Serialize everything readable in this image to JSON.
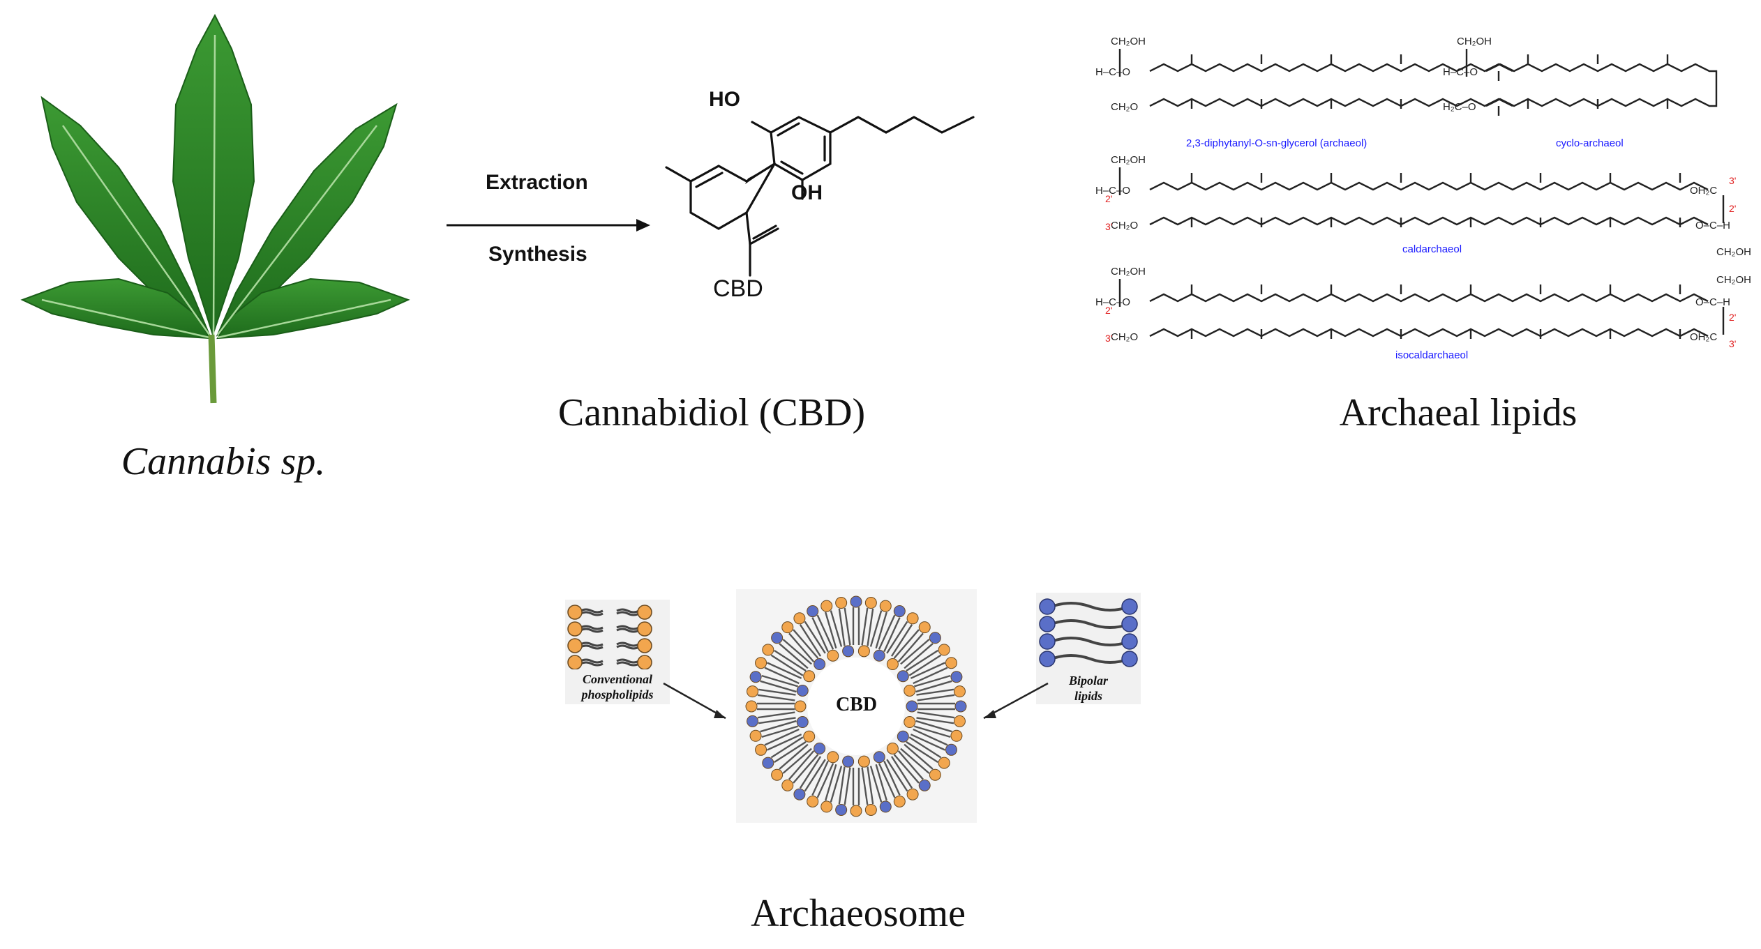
{
  "cannabis": {
    "caption": "Cannabis sp."
  },
  "cbd": {
    "arrow_top": "Extraction",
    "arrow_bottom": "Synthesis",
    "atom_ho": "HO",
    "atom_oh": "OH",
    "molecule_label": "CBD",
    "caption": "Cannabidiol  (CBD)"
  },
  "archaeal": {
    "caption": "Archaeal lipids",
    "struct1_name": "2,3-diphytanyl-O-sn-glycerol (archaeol)",
    "struct2_name": "cyclo-archaeol",
    "struct3_name": "caldarchaeol",
    "struct4_name": "isocaldarchaeol",
    "group_ch2oh": "CH₂OH",
    "group_hco": "H–C–O",
    "group_ch2o": "CH₂O",
    "group_h2co": "H₂C–O",
    "group_ohc": "OH₂C",
    "group_och": "O–C–H",
    "num_2": "2'",
    "num_3": "3'"
  },
  "archaeosome": {
    "caption": "Archaeosome",
    "core_label": "CBD",
    "left_label_1": "Conventional",
    "left_label_2": "phospholipids",
    "right_label_1": "Bipolar",
    "right_label_2": "lipids"
  },
  "colors": {
    "leaf": "#2f8a2a",
    "leaf_dark": "#1f6a1d",
    "head_orange": "#f2a64e",
    "head_blue": "#5a6fc8",
    "tail": "#555555",
    "text_blue": "#1a1aff",
    "text_red": "#e02020"
  }
}
